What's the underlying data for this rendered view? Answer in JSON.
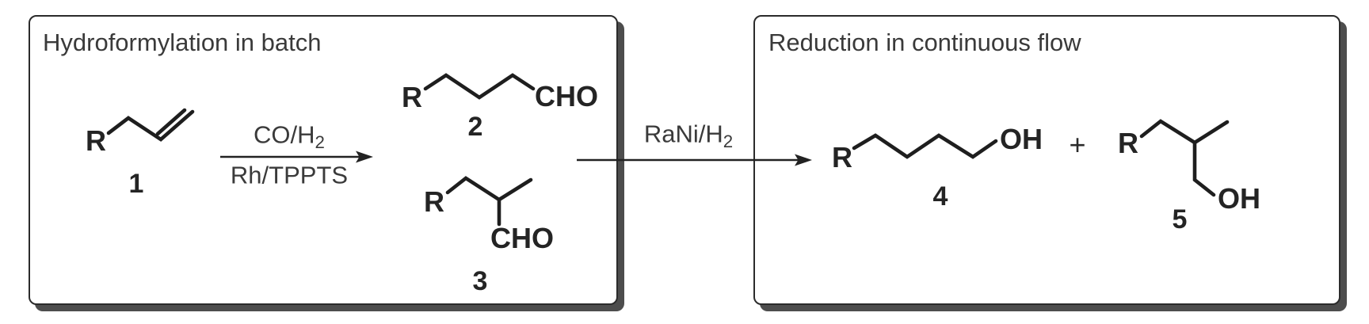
{
  "panels": {
    "left": {
      "title": "Hydroformylation in batch"
    },
    "right": {
      "title": "Reduction in continuous flow"
    }
  },
  "compounds": {
    "c1": {
      "substituent": "R",
      "number": "1"
    },
    "c2": {
      "substituent": "R",
      "group": "CHO",
      "number": "2"
    },
    "c3": {
      "substituent": "R",
      "group": "CHO",
      "number": "3"
    },
    "c4": {
      "substituent": "R",
      "group": "OH",
      "number": "4"
    },
    "c5": {
      "substituent": "R",
      "group": "OH",
      "number": "5"
    }
  },
  "reactions": {
    "hydroformylation": {
      "above_main": "CO/H",
      "above_sub": "2",
      "below": "Rh/TPPTS"
    },
    "reduction": {
      "label_main": "RaNi/H",
      "label_sub": "2"
    }
  },
  "operators": {
    "plus": "+"
  },
  "colors": {
    "line": "#1e1e1e",
    "text": "#3a3a3a",
    "atom_text": "#242424",
    "panel_border": "#2b2b2b",
    "panel_shadow": "#4d4d4d",
    "background": "#ffffff"
  }
}
